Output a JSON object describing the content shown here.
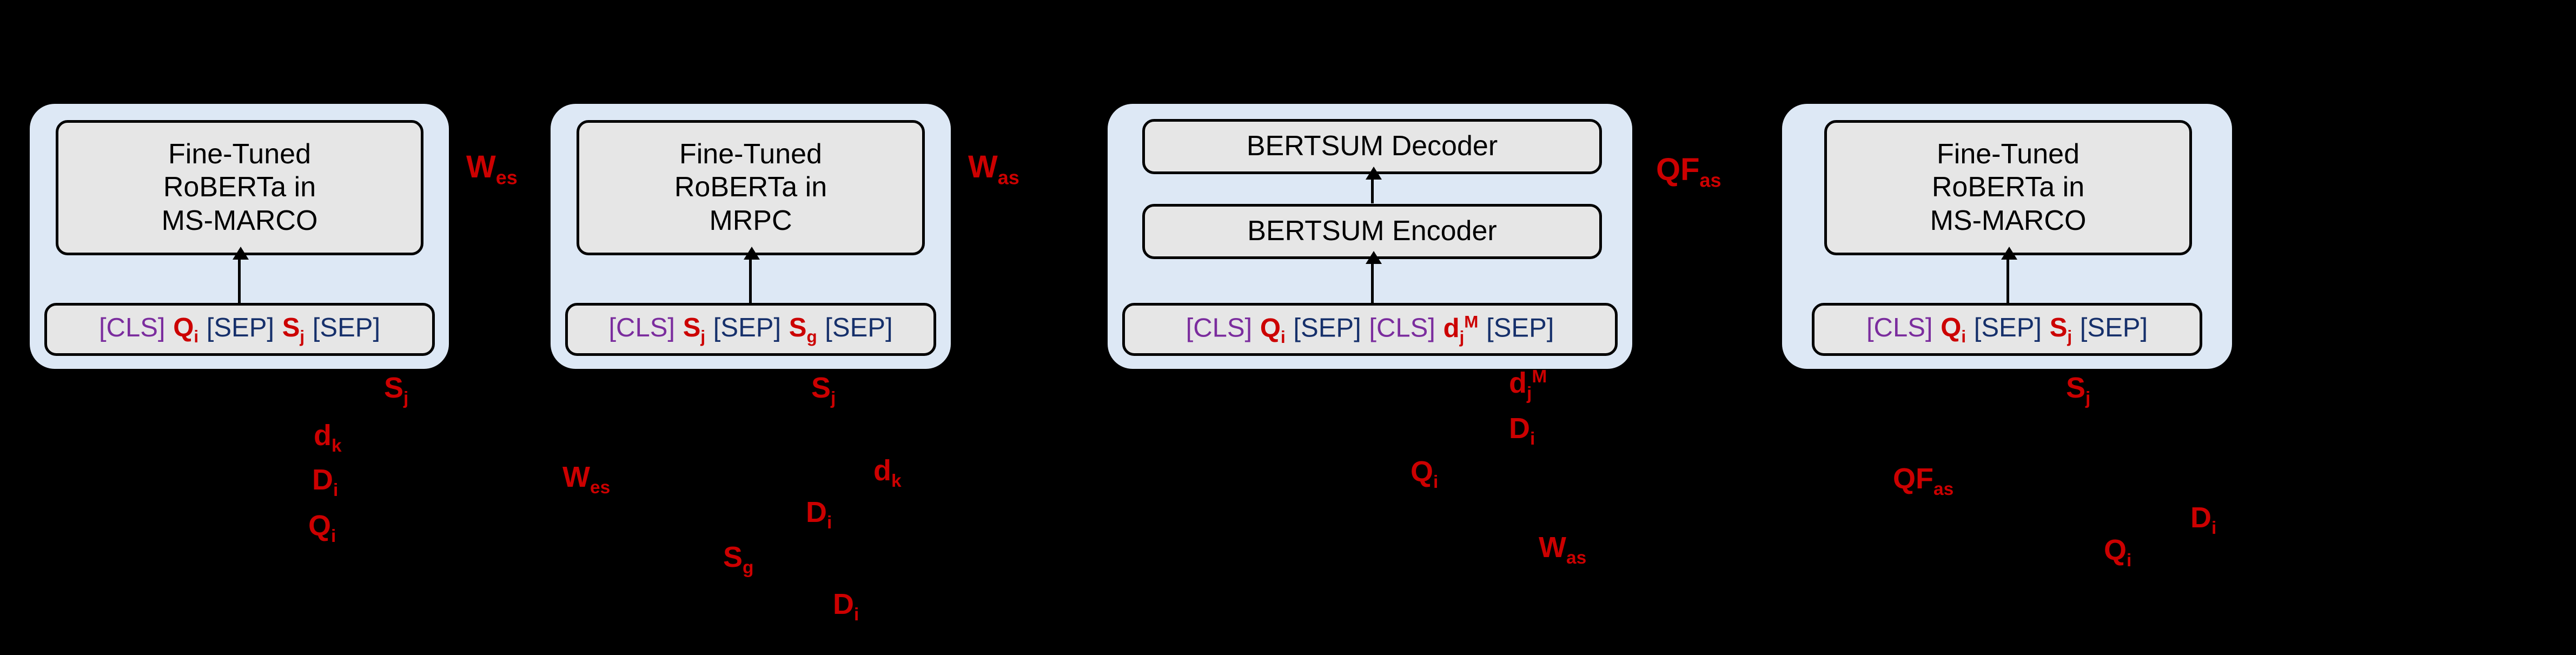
{
  "figure": {
    "background_color": "#000000",
    "panel_color": "#dde8f5",
    "box_color": "#e6e6e6",
    "accent_red": "#CC0000",
    "cls_purple": "#7B2D9E",
    "sep_navy": "#16306B"
  },
  "panels": [
    {
      "id": "panel-msmarco-1",
      "model_label": "Fine-Tuned\nRoBERTa in\nMS-MARCO",
      "input_tokens": [
        {
          "text": "[CLS]",
          "kind": "cls"
        },
        {
          "text": "Q",
          "sub": "i",
          "kind": "var"
        },
        {
          "text": "[SEP]",
          "kind": "sep"
        },
        {
          "text": "S",
          "sub": "j",
          "kind": "var"
        },
        {
          "text": "[SEP]",
          "kind": "sep"
        }
      ]
    },
    {
      "id": "panel-mrpc",
      "model_label": "Fine-Tuned\nRoBERTa in\nMRPC",
      "input_tokens": [
        {
          "text": "[CLS]",
          "kind": "cls"
        },
        {
          "text": "S",
          "sub": "j",
          "kind": "var"
        },
        {
          "text": "[SEP]",
          "kind": "sep"
        },
        {
          "text": "S",
          "sub": "g",
          "kind": "var"
        },
        {
          "text": "[SEP]",
          "kind": "sep"
        }
      ]
    },
    {
      "id": "panel-bertsum",
      "decoder_label": "BERTSUM Decoder",
      "encoder_label": "BERTSUM Encoder",
      "input_tokens": [
        {
          "text": "[CLS]",
          "kind": "cls"
        },
        {
          "text": "Q",
          "sub": "i",
          "kind": "var"
        },
        {
          "text": "[SEP]",
          "kind": "sep"
        },
        {
          "text": "[CLS]",
          "kind": "cls"
        },
        {
          "text": "d",
          "sub": "j",
          "sup": "M",
          "kind": "var"
        },
        {
          "text": "[SEP]",
          "kind": "sep"
        }
      ]
    },
    {
      "id": "panel-msmarco-2",
      "model_label": "Fine-Tuned\nRoBERTa in\nMS-MARCO",
      "input_tokens": [
        {
          "text": "[CLS]",
          "kind": "cls"
        },
        {
          "text": "Q",
          "sub": "i",
          "kind": "var"
        },
        {
          "text": "[SEP]",
          "kind": "sep"
        },
        {
          "text": "S",
          "sub": "j",
          "kind": "var"
        },
        {
          "text": "[SEP]",
          "kind": "sep"
        }
      ]
    }
  ],
  "connector_labels": [
    {
      "id": "conn-wes",
      "base": "W",
      "sub": "es"
    },
    {
      "id": "conn-was",
      "base": "W",
      "sub": "as"
    },
    {
      "id": "conn-qfas",
      "base": "QF",
      "sub": "as"
    }
  ],
  "scatter_labels": [
    {
      "id": "scatter-sj-1",
      "base": "S",
      "sub": "j"
    },
    {
      "id": "scatter-dk-1",
      "base": "d",
      "sub": "k"
    },
    {
      "id": "scatter-di-1",
      "base": "D",
      "sub": "i"
    },
    {
      "id": "scatter-qi-1",
      "base": "Q",
      "sub": "i"
    },
    {
      "id": "scatter-wes-1",
      "base": "W",
      "sub": "es"
    },
    {
      "id": "scatter-sj-2",
      "base": "S",
      "sub": "j"
    },
    {
      "id": "scatter-dk-2",
      "base": "d",
      "sub": "k"
    },
    {
      "id": "scatter-di-2",
      "base": "D",
      "sub": "i"
    },
    {
      "id": "scatter-sg-1",
      "base": "S",
      "sub": "g"
    },
    {
      "id": "scatter-di-3",
      "base": "D",
      "sub": "i"
    },
    {
      "id": "scatter-djm-1",
      "base": "d",
      "sub": "j",
      "sup": "M"
    },
    {
      "id": "scatter-di-4",
      "base": "D",
      "sub": "i"
    },
    {
      "id": "scatter-qi-2",
      "base": "Q",
      "sub": "i"
    },
    {
      "id": "scatter-was-1",
      "base": "W",
      "sub": "as"
    },
    {
      "id": "scatter-sj-3",
      "base": "S",
      "sub": "j"
    },
    {
      "id": "scatter-qfas-1",
      "base": "QF",
      "sub": "as"
    },
    {
      "id": "scatter-di-5",
      "base": "D",
      "sub": "i"
    },
    {
      "id": "scatter-qi-3",
      "base": "Q",
      "sub": "i"
    }
  ]
}
